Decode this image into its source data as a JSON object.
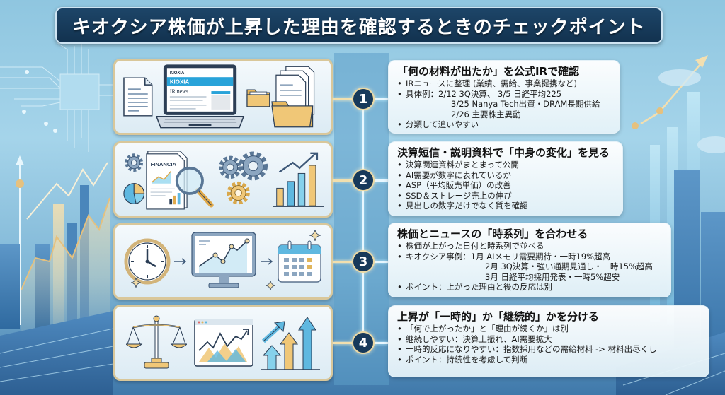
{
  "title": "キオクシア株価が上昇した理由を確認するときのチェックポイント",
  "colors": {
    "title_bg": "#17395a",
    "accent_gold": "#d9c79a",
    "number_bg": "#17395a",
    "spine": "#e7f7ff"
  },
  "steps": [
    {
      "number": "1",
      "heading": "「何の材料が出たか」を公式IRで確認",
      "bullets": [
        "IRニュースに整理 (業績、需給、事業提携など)",
        "具体例：2/12 3Q決算、 3/5 日経平均225"
      ],
      "continuations": [
        "3/25 Nanya Tech出資・DRAM長期供給",
        "2/26 主要株主異動"
      ],
      "last_bullet": "分類して追いやすい",
      "illustration": {
        "icons": [
          "document-icon",
          "laptop-icon",
          "folder-icon",
          "document-stack-folder-icon"
        ],
        "laptop_brand": "KIOXIA",
        "laptop_banner": "KIOXIA",
        "laptop_heading": "IR news"
      }
    },
    {
      "number": "2",
      "heading": "決算短信・説明資料で「中身の変化」を見る",
      "bullets": [
        "決算関連資料がまとまって公開",
        "AI需要が数字に表れているか",
        "ASP（平均販売単価）の改善",
        "SSD＆ストレージ売上の伸び",
        "見出しの数字だけでなく質を確認"
      ],
      "illustration": {
        "icons": [
          "gear-icon",
          "pie-chart-icon",
          "financial-report-icon",
          "magnifier-icon",
          "gears-icon",
          "bar-chart-up-icon"
        ],
        "report_label": "FINANCIA"
      }
    },
    {
      "number": "3",
      "heading": "株価とニュースの「時系列」を合わせる",
      "bullets": [
        "株価が上がった日付と時系列で並べる",
        "キオクシア事例：1月  AIメモリ需要期待・一時19%超高"
      ],
      "continuations": [
        "2月  3Q決算・強い通期見通し・一時15%超高",
        "3月  日経平均採用発表・一時5%超安"
      ],
      "last_bullet": "ポイント：上がった理由と後の反応は別",
      "illustration": {
        "icons": [
          "clock-icon",
          "arrow-right-icon",
          "monitor-line-chart-icon",
          "arrow-right-icon",
          "calendar-icon",
          "sparkle-icon"
        ]
      }
    },
    {
      "number": "4",
      "heading": "上昇が「一時的」か「継続的」かを分ける",
      "bullets": [
        "「何で上がったか」と「理由が続くか」は別",
        "継続しやすい：決算上振れ、AI需要拡大",
        "一時的反応になりやすい：指数採用などの需給材料 -> 材料出尽くし",
        "ポイント：持続性を考慮して判断"
      ],
      "illustration": {
        "icons": [
          "balance-scale-icon",
          "browser-mountain-chart-icon",
          "rising-arrows-icon"
        ]
      }
    }
  ]
}
